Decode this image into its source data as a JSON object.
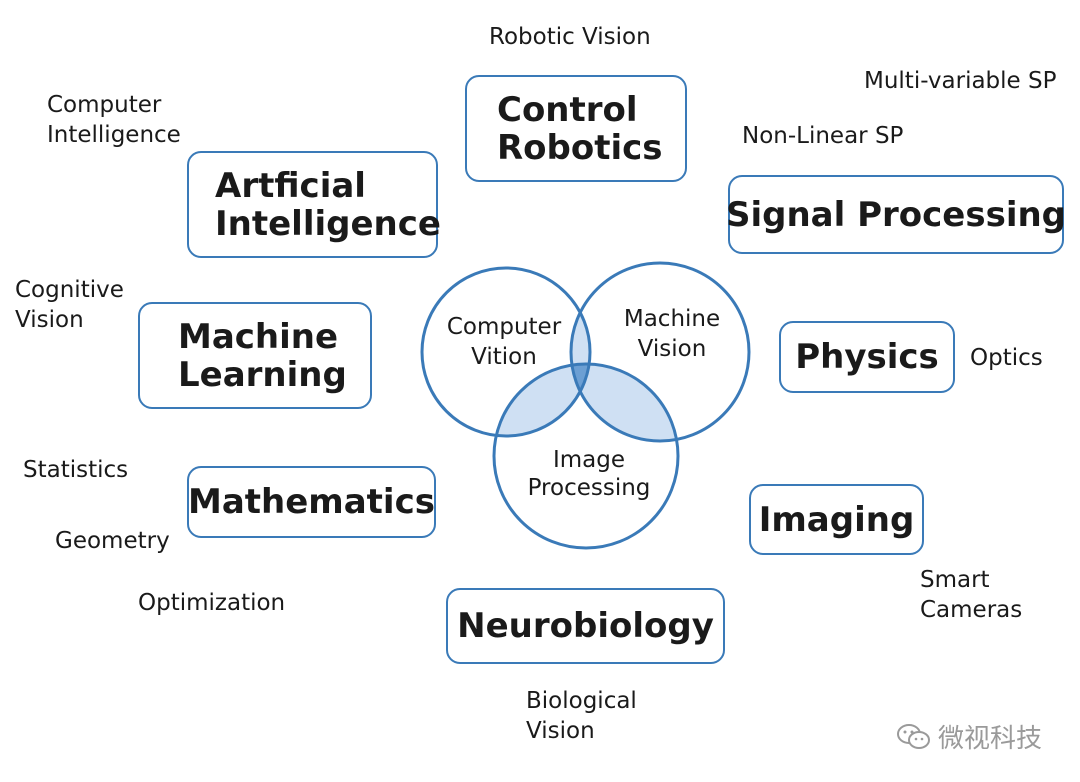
{
  "boxes": {
    "control_robotics": [
      "Control",
      "Robotics"
    ],
    "artificial_intelligence": [
      "Artficial",
      "Intelligence"
    ],
    "signal_processing": "Signal Processing",
    "machine_learning": [
      "Machine",
      "Learning"
    ],
    "physics": "Physics",
    "mathematics": "Mathematics",
    "imaging": "Imaging",
    "neurobiology": "Neurobiology"
  },
  "labels": {
    "robotic_vision": "Robotic Vision",
    "multi_variable_sp": "Multi-variable SP",
    "non_linear_sp": "Non-Linear SP",
    "computer_intelligence": [
      "Computer",
      "Intelligence"
    ],
    "cognitive_vision": [
      "Cognitive",
      "Vision"
    ],
    "optics": "Optics",
    "statistics": "Statistics",
    "geometry": "Geometry",
    "optimization": "Optimization",
    "smart_cameras": [
      "Smart",
      "Cameras"
    ],
    "biological_vision": [
      "Biological",
      "Vision"
    ]
  },
  "venn": {
    "computer_vision": [
      "Computer",
      "Vition"
    ],
    "machine_vision": [
      "Machine",
      "Vision"
    ],
    "image_processing": [
      "Image",
      "Processing"
    ]
  },
  "watermark": "微视科技",
  "colors": {
    "border": "#3a7ab8",
    "pair_overlap": "#cfe0f3",
    "triple_overlap": "#6c9fd3"
  }
}
